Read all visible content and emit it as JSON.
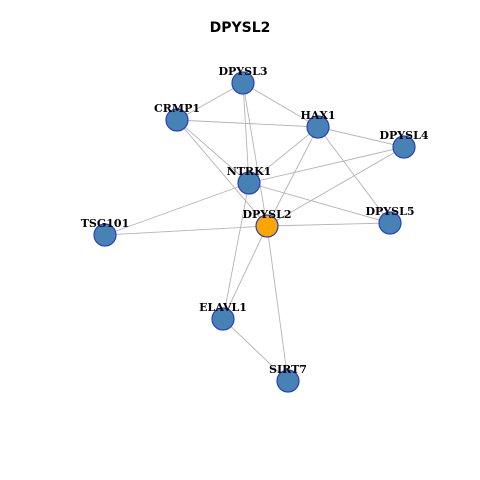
{
  "title": "DPYSL2",
  "colors": {
    "node_default": "#4682b4",
    "node_focus": "#ffa500",
    "node_border": "#2a3fbf",
    "edge": "#b4b4b4"
  },
  "focus_node": "DPYSL2",
  "nodes": [
    {
      "id": "DPYSL3",
      "label": "DPYSL3"
    },
    {
      "id": "CRMP1",
      "label": "CRMP1"
    },
    {
      "id": "HAX1",
      "label": "HAX1"
    },
    {
      "id": "DPYSL4",
      "label": "DPYSL4"
    },
    {
      "id": "NTRK1",
      "label": "NTRK1"
    },
    {
      "id": "TSG101",
      "label": "TSG101"
    },
    {
      "id": "DPYSL2",
      "label": "DPYSL2"
    },
    {
      "id": "DPYSL5",
      "label": "DPYSL5"
    },
    {
      "id": "ELAVL1",
      "label": "ELAVL1"
    },
    {
      "id": "SIRT7",
      "label": "SIRT7"
    }
  ],
  "edges": [
    [
      "DPYSL3",
      "CRMP1"
    ],
    [
      "DPYSL3",
      "HAX1"
    ],
    [
      "DPYSL3",
      "NTRK1"
    ],
    [
      "DPYSL3",
      "DPYSL2"
    ],
    [
      "CRMP1",
      "HAX1"
    ],
    [
      "CRMP1",
      "NTRK1"
    ],
    [
      "CRMP1",
      "DPYSL2"
    ],
    [
      "HAX1",
      "DPYSL4"
    ],
    [
      "HAX1",
      "NTRK1"
    ],
    [
      "HAX1",
      "DPYSL2"
    ],
    [
      "HAX1",
      "DPYSL5"
    ],
    [
      "DPYSL4",
      "NTRK1"
    ],
    [
      "DPYSL4",
      "DPYSL2"
    ],
    [
      "NTRK1",
      "TSG101"
    ],
    [
      "NTRK1",
      "DPYSL5"
    ],
    [
      "NTRK1",
      "ELAVL1"
    ],
    [
      "TSG101",
      "DPYSL2"
    ],
    [
      "DPYSL2",
      "DPYSL5"
    ],
    [
      "DPYSL2",
      "ELAVL1"
    ],
    [
      "DPYSL2",
      "SIRT7"
    ],
    [
      "ELAVL1",
      "SIRT7"
    ]
  ]
}
